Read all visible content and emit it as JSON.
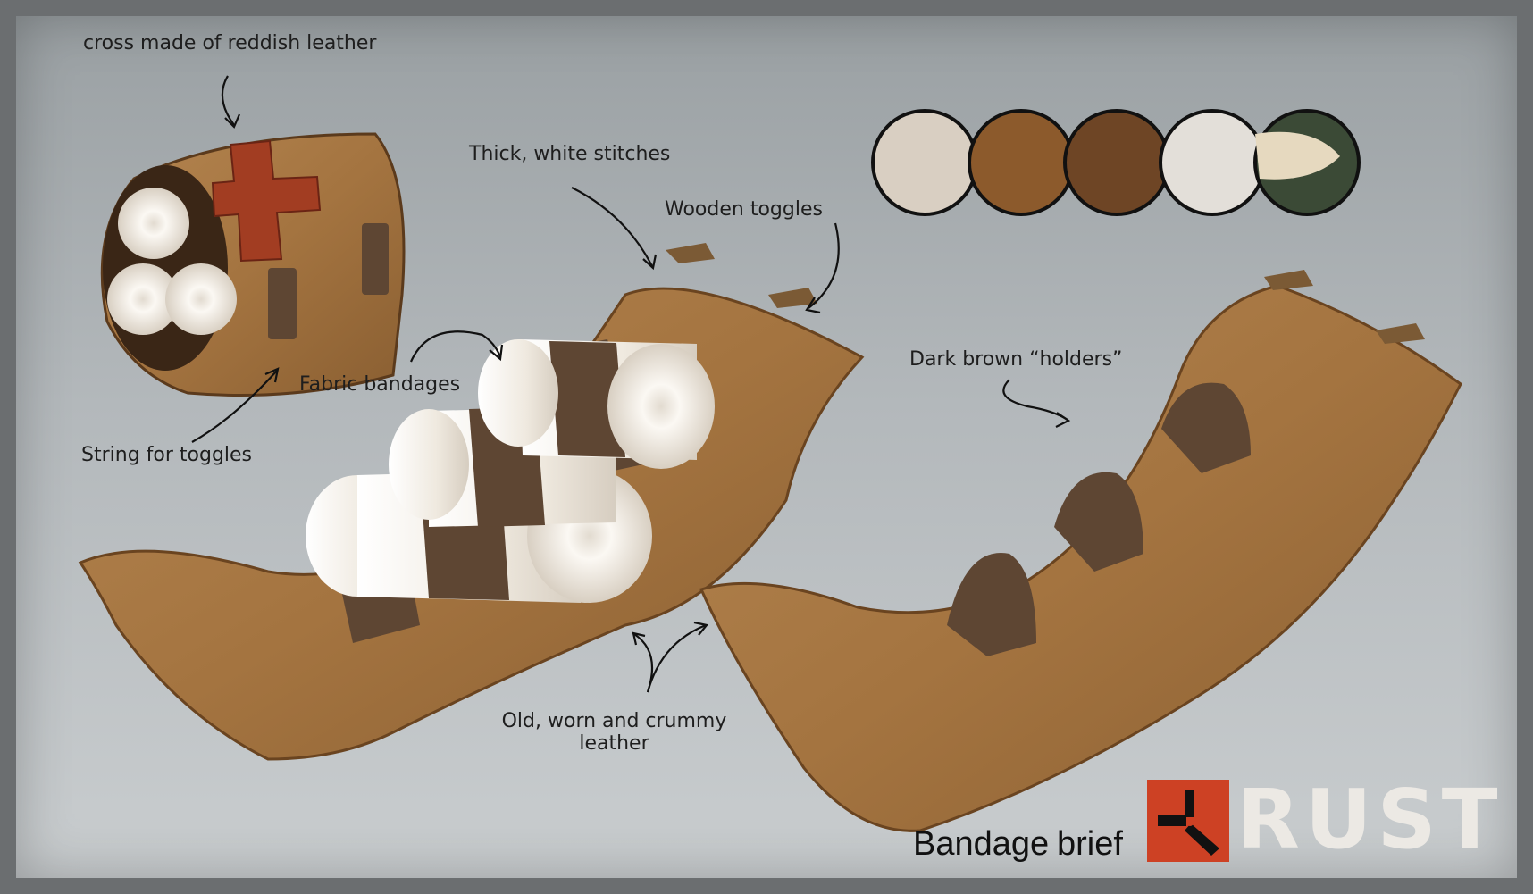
{
  "annotations": {
    "cross": "cross made of reddish leather",
    "stitches": "Thick, white stitches",
    "toggles": "Wooden toggles",
    "fabric": "Fabric bandages",
    "string": "String for toggles",
    "holders": "Dark brown “holders”",
    "leather_line1": "Old, worn and crummy",
    "leather_line2": "leather"
  },
  "footer": {
    "title_word1": "Bandage",
    "title_word2": "brief",
    "logo_text": "RUST"
  },
  "colors": {
    "background": "#b3b8bb",
    "leather": "#a87a45",
    "leather_dark": "#5e4633",
    "bandage": "#f1ece4",
    "cross": "#a23d22",
    "logo_red": "#cd4124",
    "logo_text": "#ece9e4"
  }
}
